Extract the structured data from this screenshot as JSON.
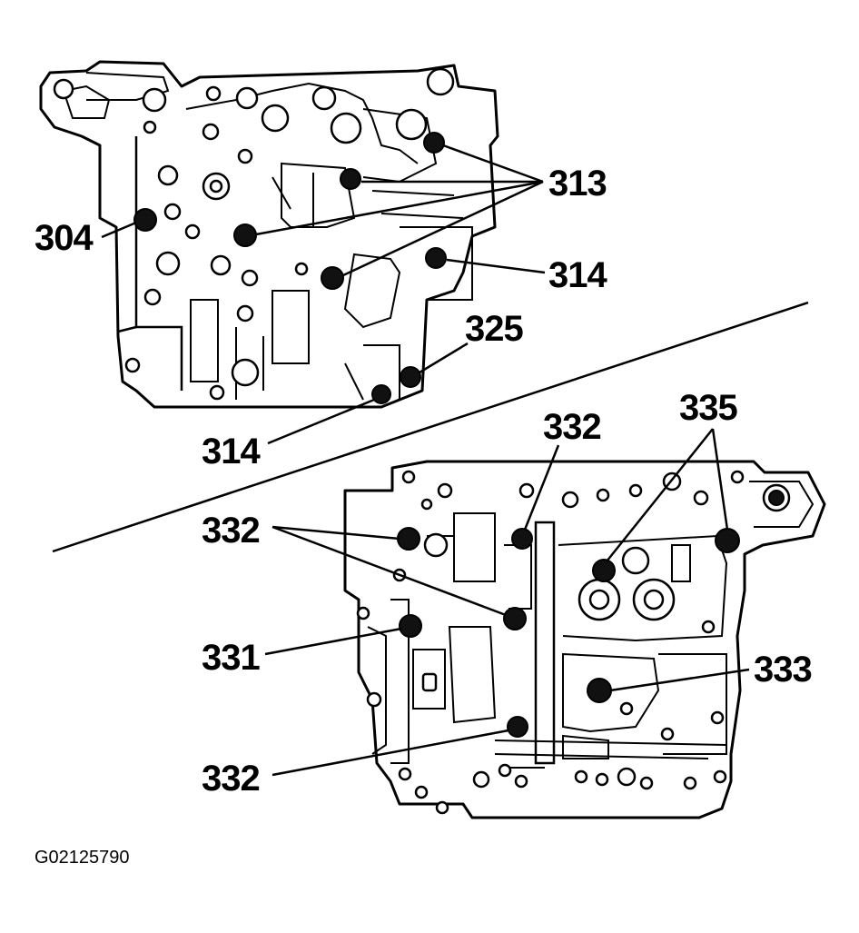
{
  "callouts": {
    "c313": "313",
    "c304": "304",
    "c314_upper": "314",
    "c325": "325",
    "c314_lower": "314",
    "c332_top": "332",
    "c335": "335",
    "c332_left": "332",
    "c331": "331",
    "c333": "333",
    "c332_bottom": "332"
  },
  "figure_id": "G02125790",
  "colors": {
    "ink": "#000000",
    "paper": "#ffffff"
  }
}
